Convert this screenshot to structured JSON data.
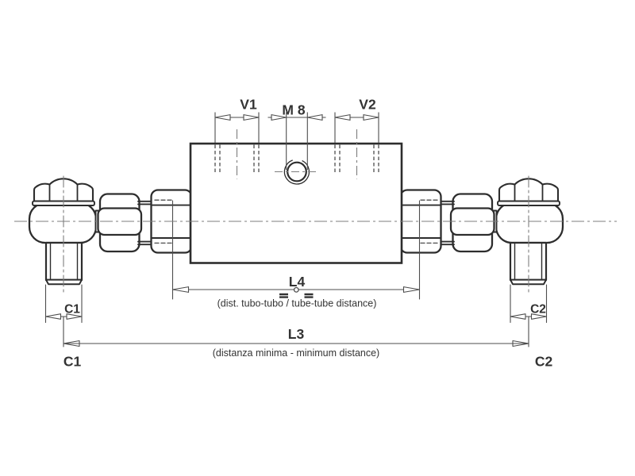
{
  "diagram": {
    "kind": "technical-drawing",
    "colors": {
      "background": "#ffffff",
      "outline": "#2d2d2d",
      "dimension_lines": "#4d4d4d",
      "centerline": "#7d7d7d",
      "text": "#333333"
    }
  },
  "dimensions": {
    "v1": {
      "label": "V1"
    },
    "m8": {
      "label": "M 8"
    },
    "v2": {
      "label": "V2"
    },
    "l4": {
      "label": "L4",
      "note": "(dist. tubo-tubo / tube-tube distance)"
    },
    "l3": {
      "label": "L3",
      "note": "(distanza minima - minimum distance)"
    },
    "c1": {
      "label": "C1"
    },
    "c2": {
      "label": "C2"
    }
  },
  "ports": {
    "c1": {
      "label": "C1"
    },
    "c2": {
      "label": "C2"
    }
  }
}
